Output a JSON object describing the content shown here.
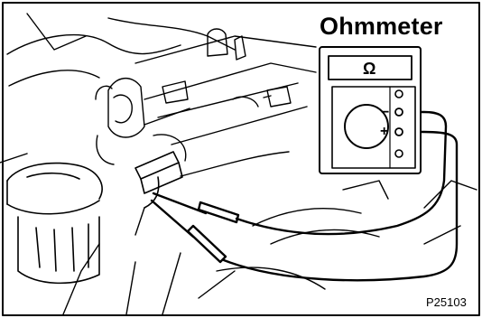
{
  "diagram": {
    "title": "Ohmmeter",
    "figure_code": "P25103",
    "meter": {
      "display_symbol": "Ω",
      "terminal_negative": "−",
      "terminal_positive": "+"
    },
    "colors": {
      "ink": "#000000",
      "paper": "#ffffff"
    }
  }
}
